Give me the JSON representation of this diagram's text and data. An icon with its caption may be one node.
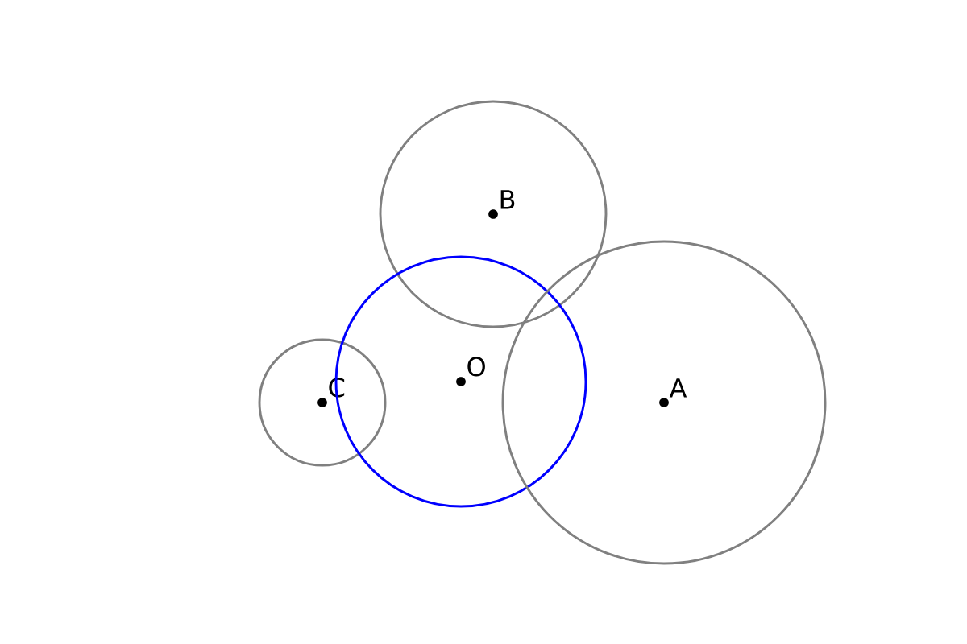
{
  "diagram": {
    "nodes": [
      {
        "text": [
          "B"
        ]
      },
      {
        "text": [
          "C"
        ]
      },
      {
        "text": [
          "O"
        ]
      },
      {
        "text": [
          "A"
        ]
      }
    ]
  }
}
